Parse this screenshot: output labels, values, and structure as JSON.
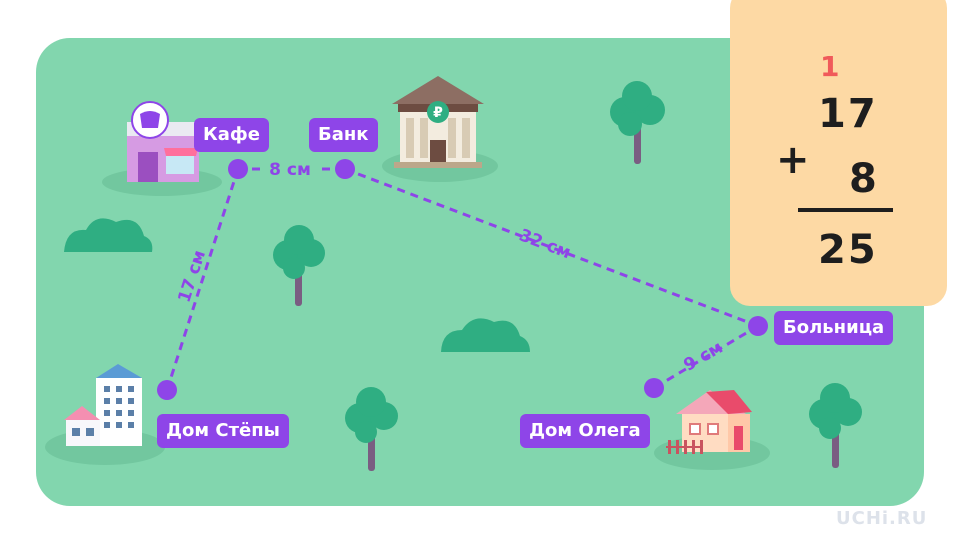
{
  "places": {
    "cafe": "Кафе",
    "bank": "Банк",
    "hospital": "Больница",
    "stepa_house": "Дом Стёпы",
    "oleg_house": "Дом Олега"
  },
  "distances": {
    "cafe_bank": "8 см",
    "cafe_stepa": "17 см",
    "bank_hospital": "32 см",
    "hospital_oleg": "9 см"
  },
  "calculation": {
    "carry": "1",
    "addend_a": "17",
    "operator": "+",
    "addend_b": "8",
    "result": "25"
  },
  "bank_sign": "₽",
  "brand": "UCHi.RU",
  "colors": {
    "map_green": "#82d6ae",
    "route_purple": "#8e45e8",
    "card_orange": "#fdd9a4",
    "carry_red": "#f05a5a",
    "tree_green": "#2fae82",
    "trunk": "#7a5d82"
  }
}
